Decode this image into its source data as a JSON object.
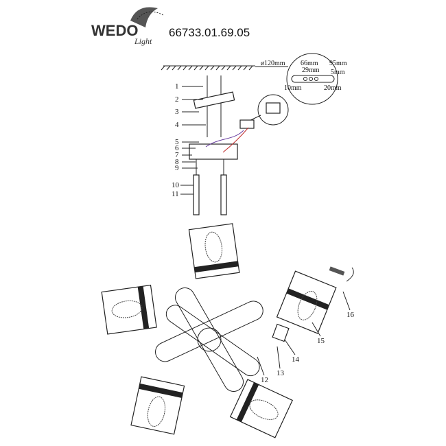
{
  "logo": {
    "brand": "WEDO",
    "sub": "Light"
  },
  "product_code": "66733.01.69.05",
  "mount_detail": {
    "diameter": "ø120mm",
    "d66": "66mm",
    "d29": "29mm",
    "d95": "95mm",
    "d5": "5mm",
    "d10": "10mm",
    "d20": "20mm"
  },
  "part_labels": [
    "1",
    "2",
    "3",
    "4",
    "5",
    "6",
    "7",
    "8",
    "9",
    "10",
    "11"
  ],
  "assembly_labels": {
    "p12": "12",
    "p13": "13",
    "p14": "14",
    "p15": "15",
    "p16": "16"
  }
}
